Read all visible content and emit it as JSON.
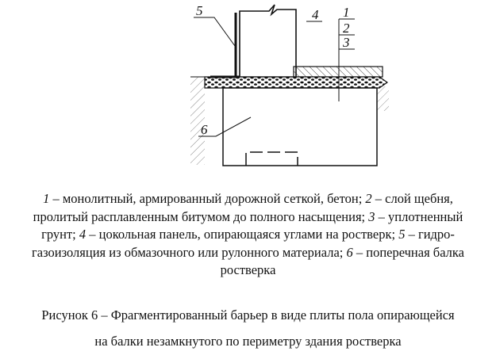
{
  "figure": {
    "callouts": [
      "1",
      "2",
      "3",
      "4",
      "5",
      "6"
    ]
  },
  "legend": {
    "items": [
      {
        "num": "1",
        "text": "монолитный, армированный дорожной сеткой, бетон;"
      },
      {
        "num": "2",
        "text": "слой щебня, пролитый расплавленным битумом до полного насыщения;"
      },
      {
        "num": "3",
        "text": "уплотненный грунт;"
      },
      {
        "num": "4",
        "text": "цокольная панель, опирающаяся углами на ростверк;"
      },
      {
        "num": "5",
        "text": "гидро-газоизоляция из обмазочного или рулонного материала;"
      },
      {
        "num": "6",
        "text": "поперечная балка ростверка"
      }
    ]
  },
  "caption": {
    "line1": "Рисунок 6 – Фрагментированный барьер в виде плиты пола опирающейся",
    "line2": "на балки незамкнутого по периметру здания ростверка"
  }
}
